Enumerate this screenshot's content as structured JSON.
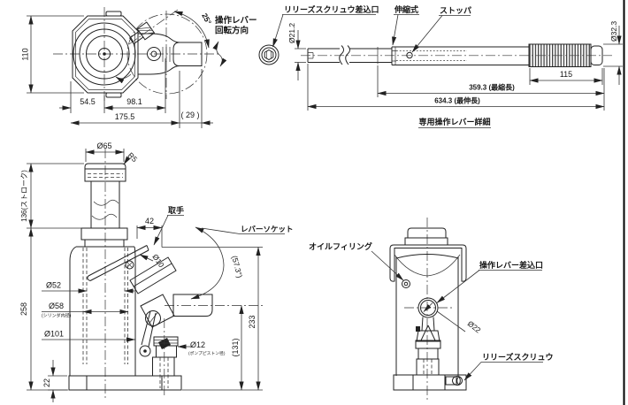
{
  "page": {
    "background": "#ffffff",
    "ink": "#1c1c1c"
  },
  "views": {
    "top_view": {
      "labels": {
        "rotation_dir_line1": "操作レバー",
        "rotation_dir_line2": "回転方向",
        "angle": "25°"
      },
      "dims": {
        "height": "110",
        "d_left": "54.5",
        "d_right": "98.1",
        "overall": "175.5",
        "protrusion": "( 29 )"
      }
    },
    "lever_detail": {
      "title": "専用操作レバー詳細",
      "labels": {
        "release_screw_port": "リリーズスクリュウ差込口",
        "telescopic": "伸縮式",
        "stopper": "ストッパ"
      },
      "dims": {
        "shaft_dia": "Ø21.2",
        "grip_dia": "Ø32.3",
        "grip_len": "115",
        "collapsed": "359.3 (最縮長)",
        "extended": "634.3 (最伸長)"
      }
    },
    "front_view": {
      "labels": {
        "handle": "取手",
        "lever_socket": "レバーソケット",
        "swing_angle": "(57.3°)"
      },
      "dims": {
        "saddle_dia": "Ø65",
        "saddle_r": "R5",
        "stroke": "136(ストローク)",
        "handle_offset": "42",
        "handle_dia": "Ø10",
        "ram_dia": "Ø52",
        "bore_dia": "Ø58",
        "bore_note": "(シリンダ内径)",
        "base_dia": "Ø101",
        "body_h": "258",
        "base_h": "22",
        "pump_dia": "Ø12",
        "pump_note": "(ポンプピストン径)",
        "socket_h": "(131)",
        "handle_h": "233"
      }
    },
    "side_view": {
      "labels": {
        "oil_filling": "オイルフィリング",
        "lever_port": "操作レバー差込口",
        "release_screw": "リリーズスクリュウ"
      },
      "dims": {
        "socket_dia": "Ø22"
      }
    }
  }
}
